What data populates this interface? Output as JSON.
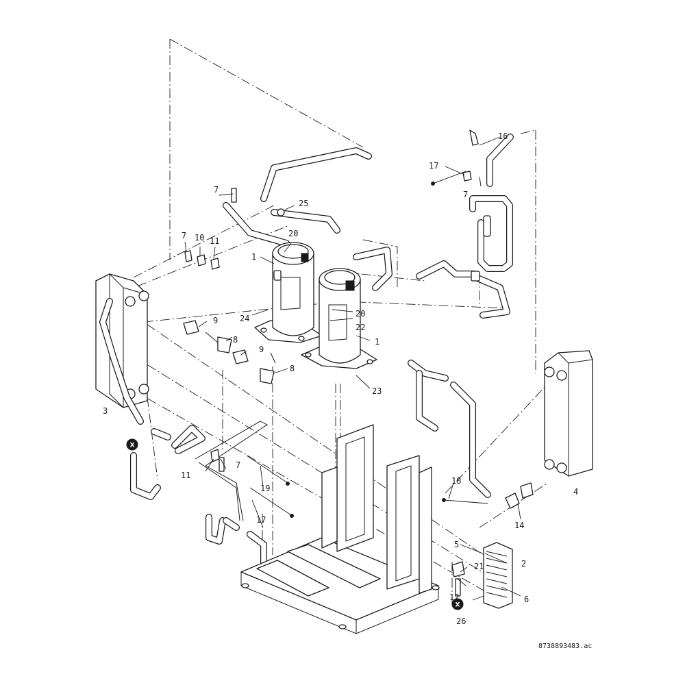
{
  "callouts": {
    "c1a": "1",
    "c1b": "1",
    "c2": "2",
    "c3": "3",
    "c4": "4",
    "c5": "5",
    "c6": "6",
    "c7a": "7",
    "c7b": "7",
    "c7c": "7",
    "c8a": "8",
    "c8b": "8",
    "c9a": "9",
    "c9b": "9",
    "c10": "10",
    "c11a": "11",
    "c11b": "11",
    "c12": "12",
    "c14": "14",
    "c16": "16",
    "c17a": "17",
    "c17b": "17",
    "c18": "18",
    "c19": "19",
    "c20a": "20",
    "c20b": "20",
    "c21": "21",
    "c22": "22",
    "c23": "23",
    "c24": "24",
    "c25": "25",
    "c26": "26"
  },
  "markers": {
    "x_left": "X",
    "x_right": "X"
  },
  "drawing_ref": "8738893483.ac"
}
